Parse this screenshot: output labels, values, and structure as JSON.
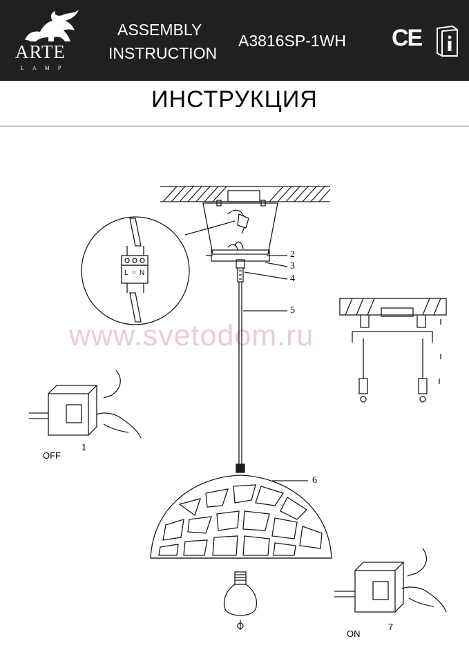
{
  "header": {
    "brand": "ARTE",
    "brand_sub": "LAMP",
    "assembly_line1": "ASSEMBLY",
    "assembly_line2": "INSTRUCTION",
    "model": "A3816SP-1WH",
    "ce_mark": "CE",
    "icons": [
      "lion-griffin-logo-icon",
      "ce-mark-icon",
      "info-book-icon"
    ]
  },
  "title": "ИНСТРУКЦИЯ",
  "watermark": "www.svetodom.ru",
  "callouts": {
    "c2": "2",
    "c3": "3",
    "c4": "4",
    "c5": "5",
    "c6": "6"
  },
  "terminal": {
    "l": "L",
    "o": "○",
    "n": "N"
  },
  "steps": {
    "off_label": "OFF",
    "off_number": "1",
    "on_label": "ON",
    "on_number": "7"
  },
  "colors": {
    "header_bg": "#221f1f",
    "line": "#1a1a1a",
    "watermark": "#e7cfd0"
  }
}
